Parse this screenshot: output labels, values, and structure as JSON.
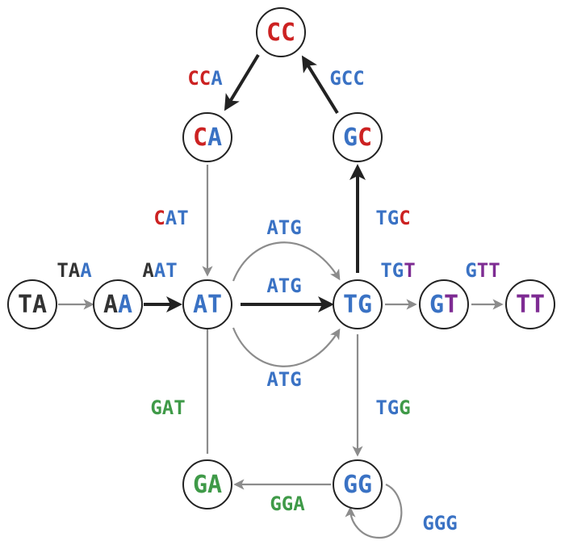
{
  "colors": {
    "A": "#3a72c4",
    "C": "#cc2222",
    "G": "#3f9a48",
    "T_default": "#333333",
    "T_purple": "#7e2c93",
    "edge_bold": "#222222",
    "edge_light": "#8c8c8c"
  },
  "nodes": {
    "CC": [
      {
        "t": "CC",
        "c": "C"
      }
    ],
    "CA": [
      {
        "t": "C",
        "c": "C"
      },
      {
        "t": "A",
        "c": "A"
      }
    ],
    "GC": [
      {
        "t": "G",
        "c": "A"
      },
      {
        "t": "C",
        "c": "C"
      }
    ],
    "TA": [
      {
        "t": "TA",
        "c": "T_default"
      }
    ],
    "AA": [
      {
        "t": "A",
        "c": "T_default"
      },
      {
        "t": "A",
        "c": "A"
      }
    ],
    "AT": [
      {
        "t": "AT",
        "c": "A"
      }
    ],
    "TG": [
      {
        "t": "TG",
        "c": "A"
      }
    ],
    "GT": [
      {
        "t": "G",
        "c": "A"
      },
      {
        "t": "T",
        "c": "T_purple"
      }
    ],
    "TT": [
      {
        "t": "TT",
        "c": "T_purple"
      }
    ],
    "GA": [
      {
        "t": "GA",
        "c": "G"
      }
    ],
    "GG": [
      {
        "t": "GG",
        "c": "A"
      }
    ]
  },
  "edges": {
    "CC_CA": [
      {
        "t": "CC",
        "c": "C"
      },
      {
        "t": "A",
        "c": "A"
      }
    ],
    "GC_CC": [
      {
        "t": "GCC",
        "c": "A"
      }
    ],
    "CA_AT": [
      {
        "t": "C",
        "c": "C"
      },
      {
        "t": "AT",
        "c": "A"
      }
    ],
    "TG_GC": [
      {
        "t": "TG",
        "c": "A"
      },
      {
        "t": "C",
        "c": "C"
      }
    ],
    "TA_AA": [
      {
        "t": "TA",
        "c": "T_default"
      },
      {
        "t": "A",
        "c": "A"
      }
    ],
    "AA_AT": [
      {
        "t": "A",
        "c": "T_default"
      },
      {
        "t": "AT",
        "c": "A"
      }
    ],
    "AT_TG_top": [
      {
        "t": "ATG",
        "c": "A"
      }
    ],
    "AT_TG_mid": [
      {
        "t": "ATG",
        "c": "A"
      }
    ],
    "AT_TG_bot": [
      {
        "t": "ATG",
        "c": "A"
      }
    ],
    "TG_GT": [
      {
        "t": "TG",
        "c": "A"
      },
      {
        "t": "T",
        "c": "T_purple"
      }
    ],
    "GT_TT": [
      {
        "t": "G",
        "c": "A"
      },
      {
        "t": "TT",
        "c": "T_purple"
      }
    ],
    "TG_GG": [
      {
        "t": "TG",
        "c": "A"
      },
      {
        "t": "G",
        "c": "G"
      }
    ],
    "GA_AT": [
      {
        "t": "GAT",
        "c": "G"
      }
    ],
    "GG_GA": [
      {
        "t": "GGA",
        "c": "G"
      }
    ],
    "GG_GG": [
      {
        "t": "GGG",
        "c": "A"
      }
    ]
  }
}
